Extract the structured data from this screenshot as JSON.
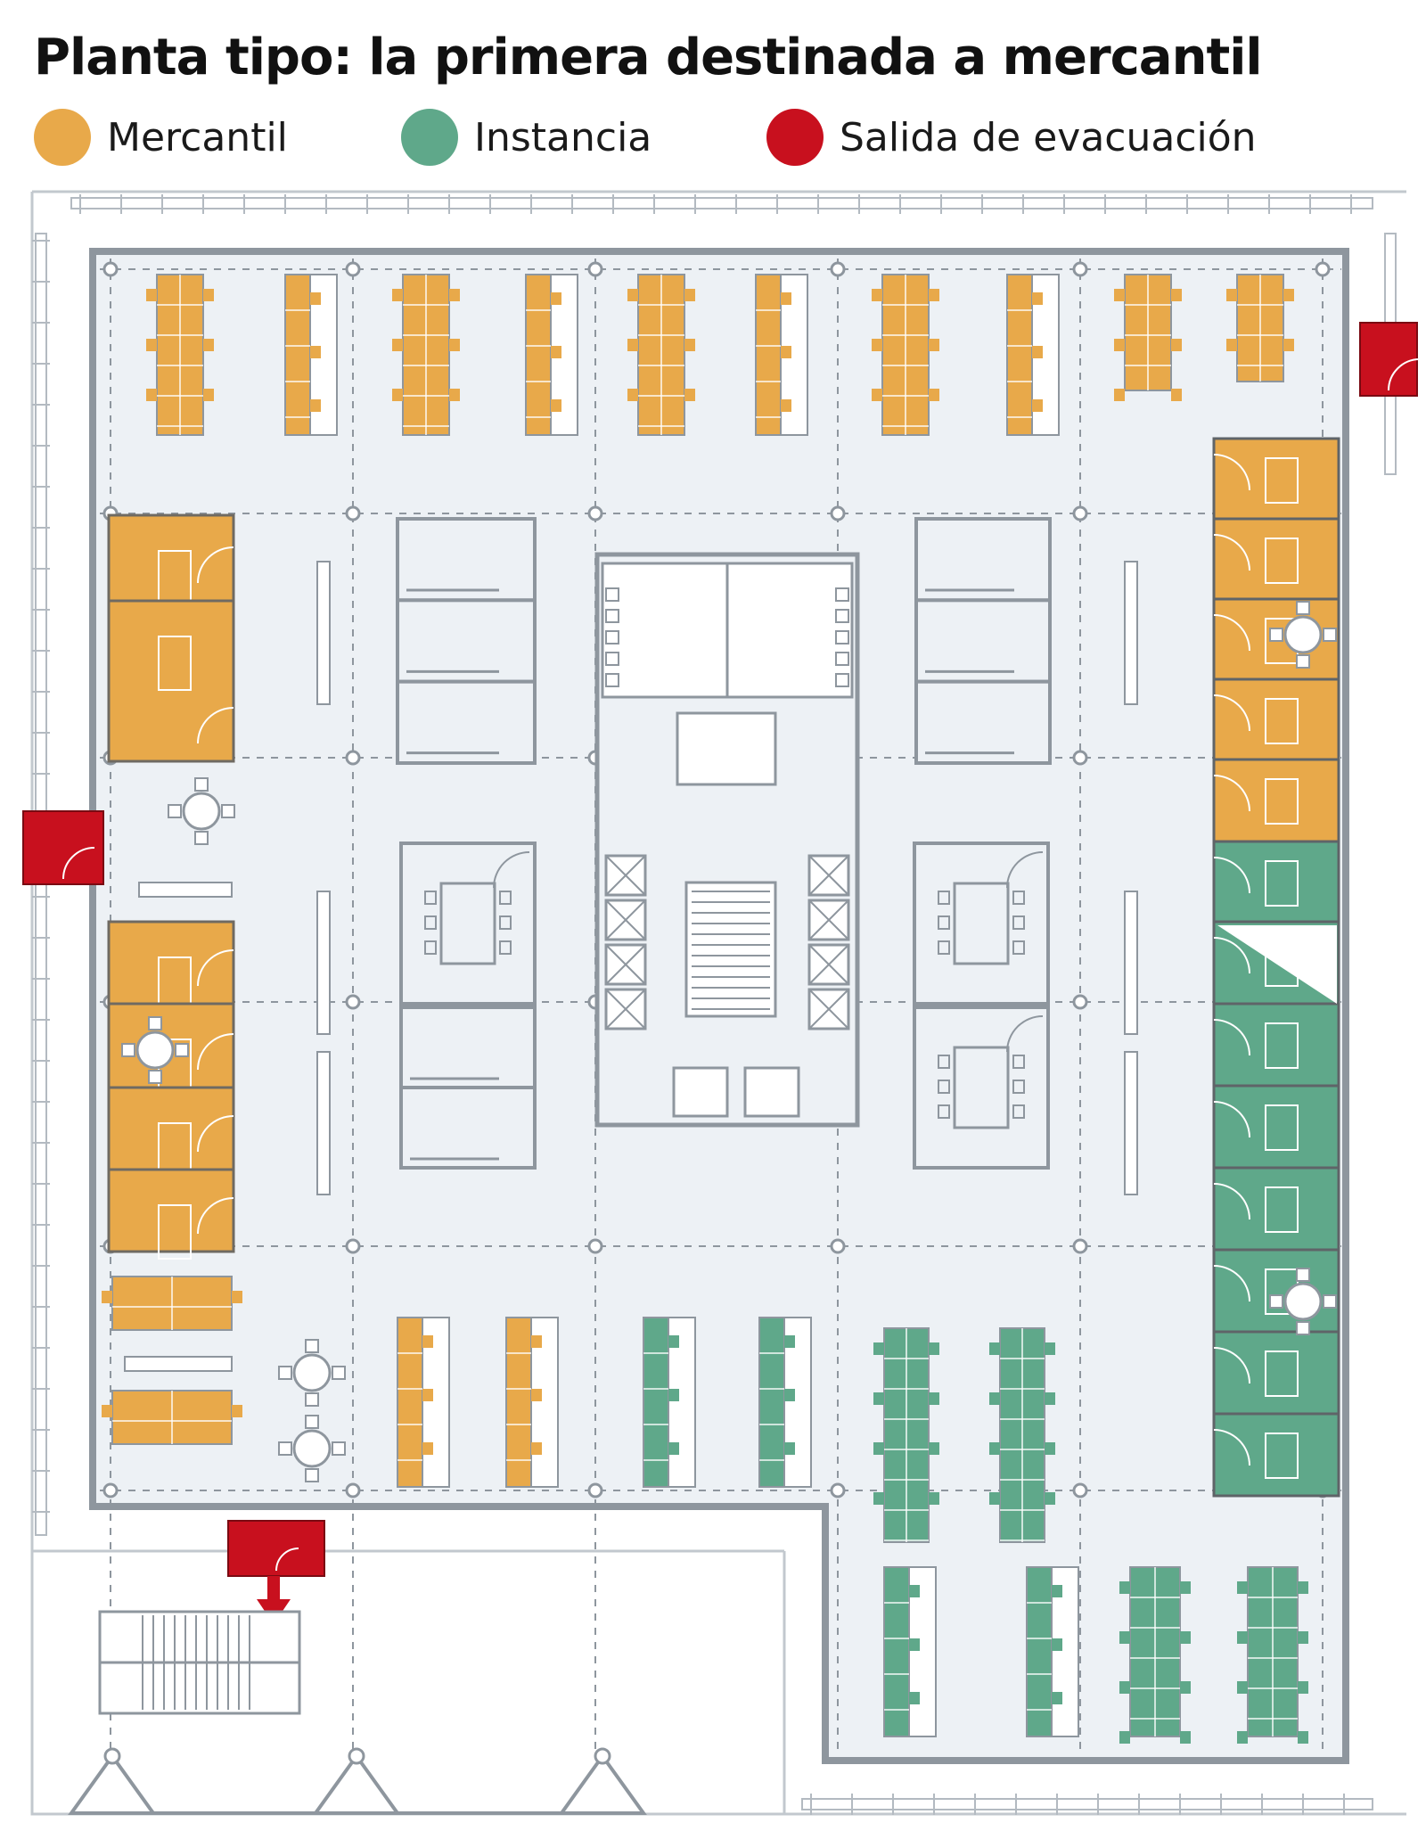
{
  "title": "Planta tipo: la primera destinada a mercantil",
  "legend": [
    {
      "label": "Mercantil",
      "color": "#E8A94A"
    },
    {
      "label": "Instancia",
      "color": "#5FA88A"
    },
    {
      "label": "Salida de evacuación",
      "color": "#C8101E"
    }
  ],
  "colors": {
    "floor": "#EDF1F5",
    "wall": "#8E969E",
    "grid": "#8E969E",
    "mercantil": "#E8A94A",
    "instancia": "#5FA88A",
    "evacuacion": "#C8101E"
  }
}
